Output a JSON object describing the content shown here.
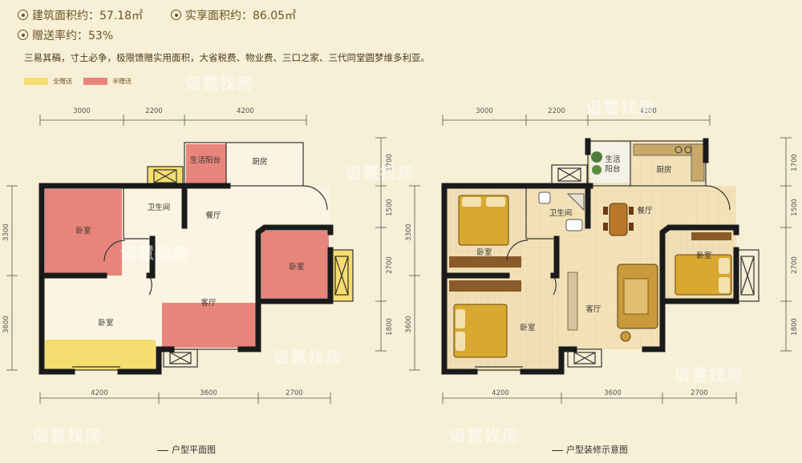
{
  "header": {
    "area_build": "建筑面积约：57.18㎡",
    "area_actual": "实享面积约：86.05㎡",
    "gift_rate": "赠送率约：53%"
  },
  "description": "三易其稿，寸土必争，极限馈赠实用面积，大省税费、物业费、三口之家、三代同堂圆梦维多利亚。",
  "legend": {
    "full": "全赠送",
    "half": "半赠送"
  },
  "colors": {
    "full_gift": "#f7dc6f",
    "half_gift": "#e8857a",
    "wall": "#1a1a1a",
    "floor": "#f6e9c8"
  },
  "dims": {
    "top": [
      "3000",
      "2200",
      "4200"
    ],
    "bottom": [
      "4200",
      "3600",
      "2700"
    ],
    "left": [
      "3300",
      "3600"
    ],
    "right": [
      "1700",
      "1500",
      "2700",
      "1800"
    ]
  },
  "rooms": {
    "balcony": "生活阳台",
    "balcony_a": "生活",
    "balcony_b": "阳台",
    "kitchen": "厨房",
    "bath": "卫生间",
    "dining": "餐厅",
    "bedroom": "卧室",
    "living": "客厅"
  },
  "captions": {
    "plan": "户型平面图",
    "deco": "户型装修示意图"
  },
  "watermark": "诣慧找房"
}
